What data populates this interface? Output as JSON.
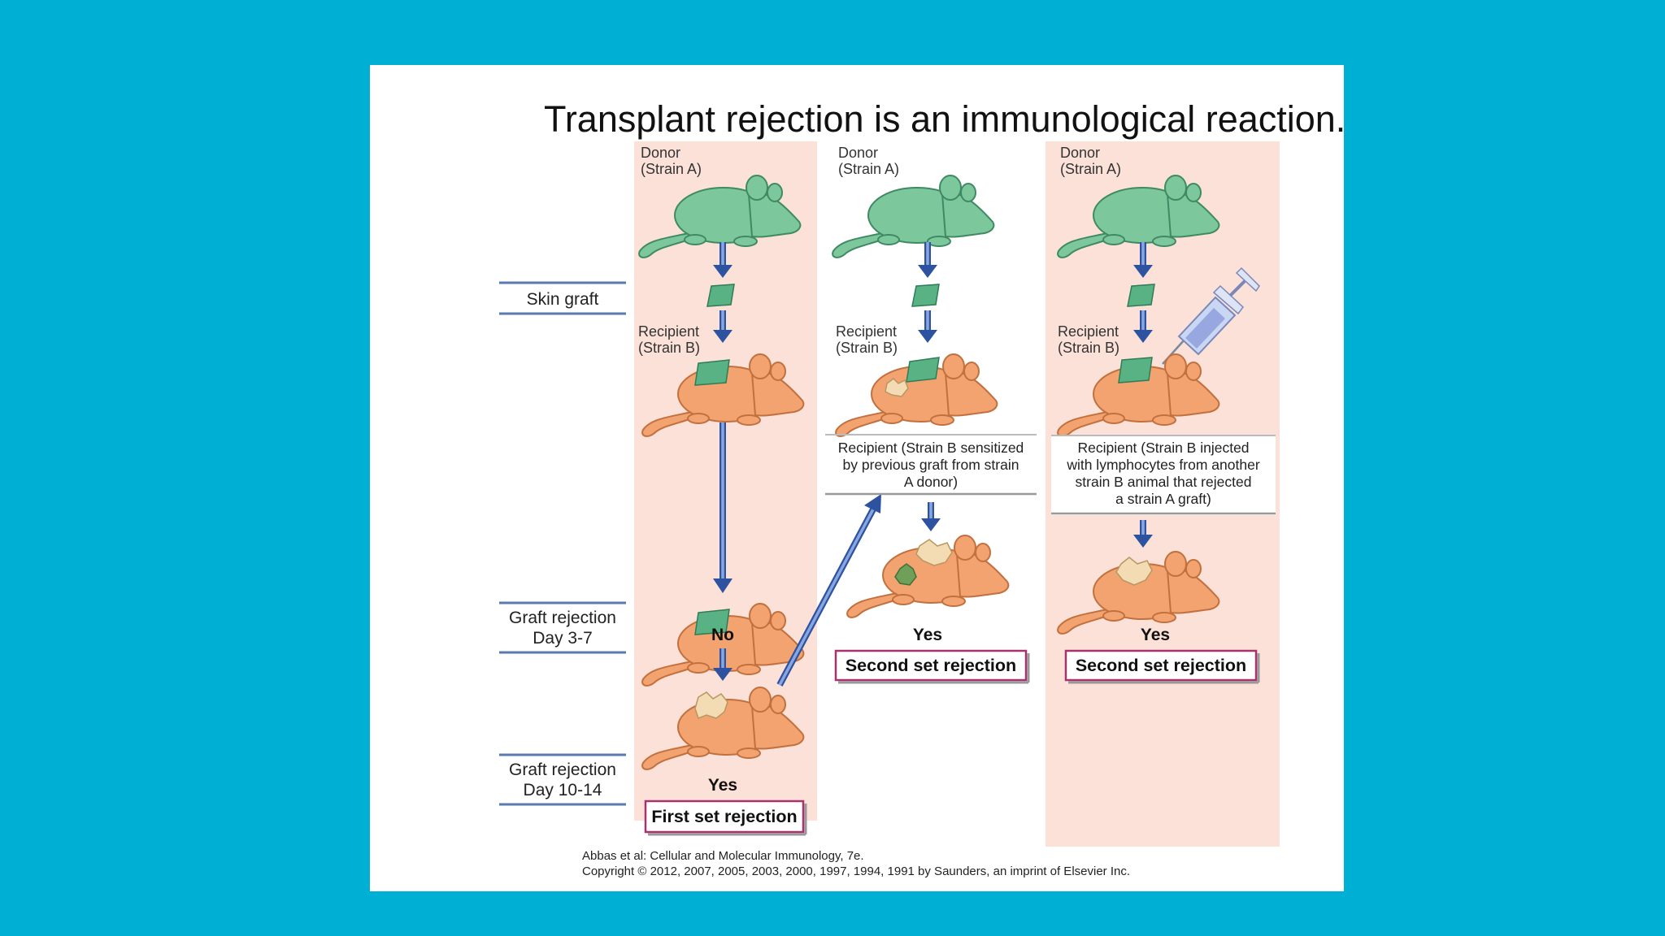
{
  "title": "Transplant rejection is an immunological reaction.",
  "side_labels": {
    "skin_graft": "Skin graft",
    "graft_rejection_early": [
      "Graft rejection",
      "Day 3-7"
    ],
    "graft_rejection_late": [
      "Graft rejection",
      "Day 10-14"
    ]
  },
  "columns": [
    {
      "donor_label": [
        "Donor",
        "(Strain A)"
      ],
      "recipient_label": [
        "Recipient",
        "(Strain B)"
      ],
      "answer_early": "No",
      "answer_late": "Yes",
      "result": "First set rejection"
    },
    {
      "donor_label": [
        "Donor",
        "(Strain A)"
      ],
      "recipient_label": [
        "Recipient",
        "(Strain B)"
      ],
      "description": [
        "Recipient (Strain B sensitized",
        "by previous graft from strain",
        "A donor)"
      ],
      "answer": "Yes",
      "result": "Second set rejection"
    },
    {
      "donor_label": [
        "Donor",
        "(Strain A)"
      ],
      "recipient_label": [
        "Recipient",
        "(Strain B)"
      ],
      "description": [
        "Recipient (Strain B injected",
        "with lymphocytes from another",
        "strain B animal that rejected",
        "a strain A graft)"
      ],
      "answer": "Yes",
      "result": "Second set rejection"
    }
  ],
  "citation": [
    "Abbas et al: Cellular and Molecular Immunology, 7e.",
    "Copyright © 2012, 2007, 2005, 2003, 2000, 1997, 1994, 1991 by Saunders, an imprint of Elsevier Inc."
  ],
  "colors": {
    "background": "#00b0d4",
    "column_tint": "#fbe1d8",
    "donor_mouse": "#7cc79c",
    "recipient_mouse": "#f2a36f",
    "graft": "#58b284",
    "rejected_graft": "#f3dcb4",
    "arrow": "#2c52a0",
    "result_border": "#a8326e"
  }
}
